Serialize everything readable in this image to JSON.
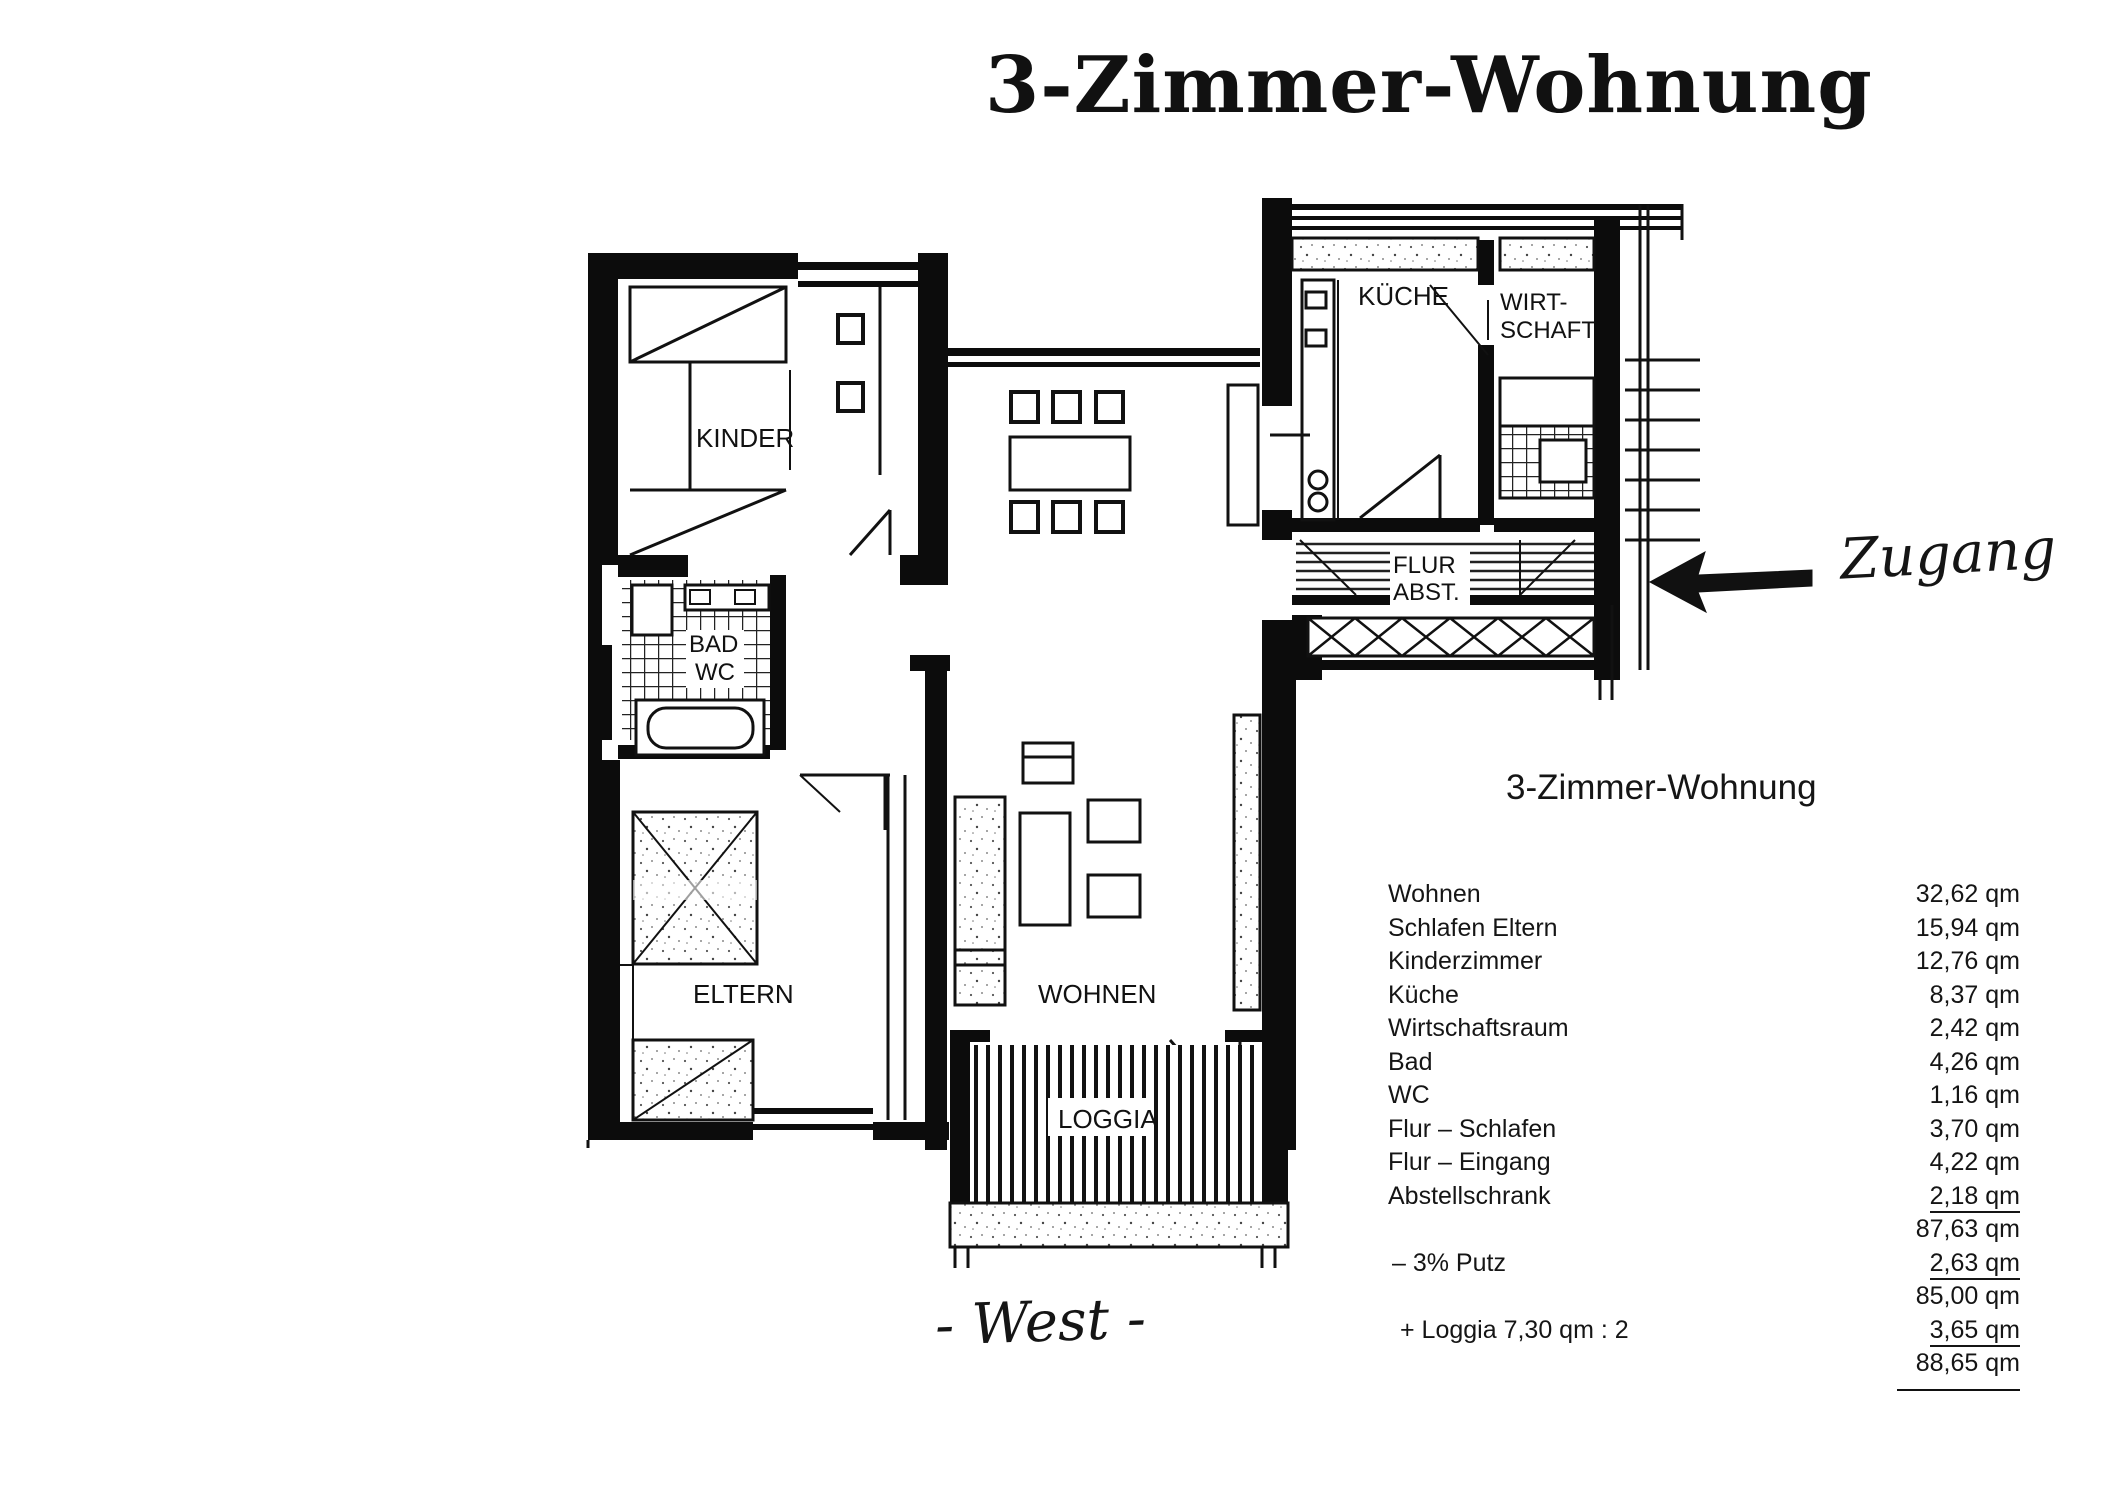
{
  "title": "3-Zimmer-Wohnung",
  "rooms": {
    "kinder": "KINDER",
    "bad": "BAD",
    "wc": "WC",
    "eltern": "ELTERN",
    "wohnen": "WOHNEN",
    "loggia": "LOGGIA",
    "kueche": "KÜCHE",
    "wirt": "WIRT-",
    "schaft": "SCHAFT",
    "flur": "FLUR",
    "abst": "ABST."
  },
  "annotations": {
    "zugang": "Zugang",
    "west": "- West -"
  },
  "area_table": {
    "heading": "3-Zimmer-Wohnung",
    "rows": [
      {
        "label": "Wohnen",
        "value": "32,62 qm"
      },
      {
        "label": "Schlafen Eltern",
        "value": "15,94 qm"
      },
      {
        "label": "Kinderzimmer",
        "value": "12,76 qm"
      },
      {
        "label": "Küche",
        "value": "8,37 qm"
      },
      {
        "label": "Wirtschaftsraum",
        "value": "2,42 qm"
      },
      {
        "label": "Bad",
        "value": "4,26 qm"
      },
      {
        "label": "WC",
        "value": "1,16 qm"
      },
      {
        "label": "Flur – Schlafen",
        "value": "3,70 qm"
      },
      {
        "label": "Flur – Eingang",
        "value": "4,22 qm"
      },
      {
        "label": "Abstellschrank",
        "value": "2,18 qm"
      }
    ],
    "subtotal": "87,63 qm",
    "putz_label": "– 3% Putz",
    "putz_value": "2,63 qm",
    "net": "85,00 qm",
    "loggia_label": "+ Loggia 7,30 qm : 2",
    "loggia_value": "3,65 qm",
    "total": "88,65 qm"
  }
}
